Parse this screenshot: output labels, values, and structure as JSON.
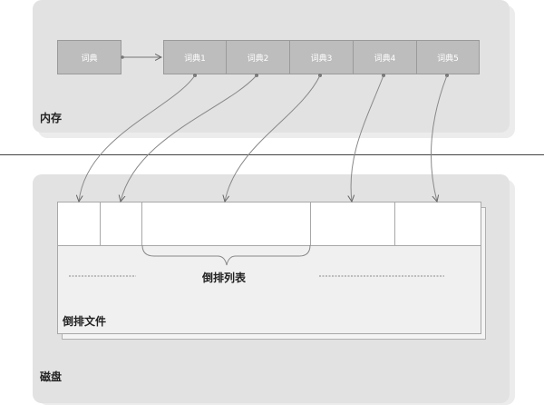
{
  "memory": {
    "label": "内存",
    "dictionary": "词典",
    "entries": [
      "词典1",
      "词典2",
      "词典3",
      "词典4",
      "词典5"
    ]
  },
  "disk": {
    "label": "磁盘",
    "file_label": "倒排文件",
    "list_label": "倒排列表"
  }
}
